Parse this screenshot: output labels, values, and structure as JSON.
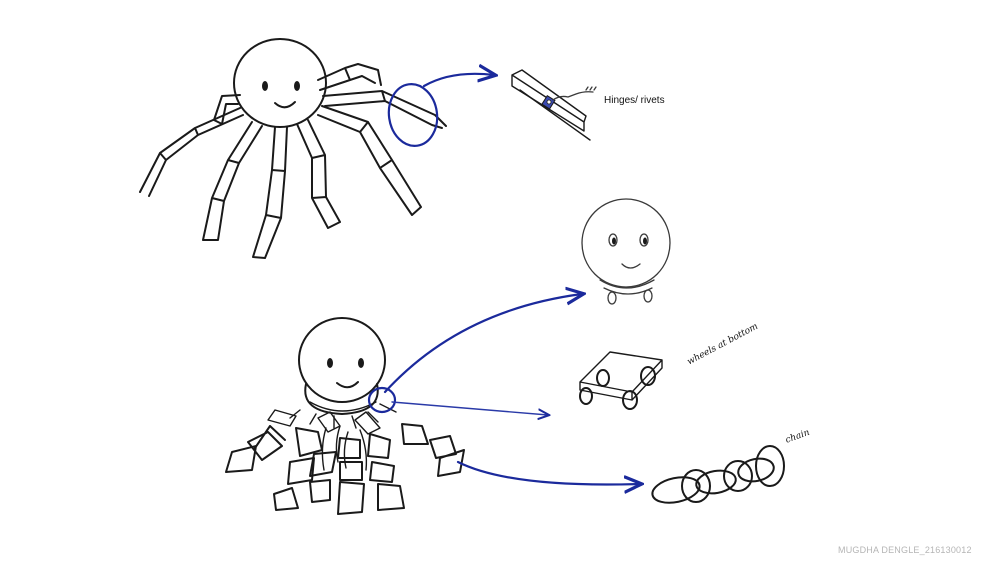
{
  "labels": {
    "hinges": "Hinges/ rivets",
    "wheels": "wheels at bottom",
    "chain": "chain"
  },
  "credit": "MUGDHA DENGLE_216130012",
  "colors": {
    "ink": "#1a1a1a",
    "callout_blue": "#1b2a9c",
    "credit_grey": "#b5b5b5",
    "background": "#ffffff"
  }
}
